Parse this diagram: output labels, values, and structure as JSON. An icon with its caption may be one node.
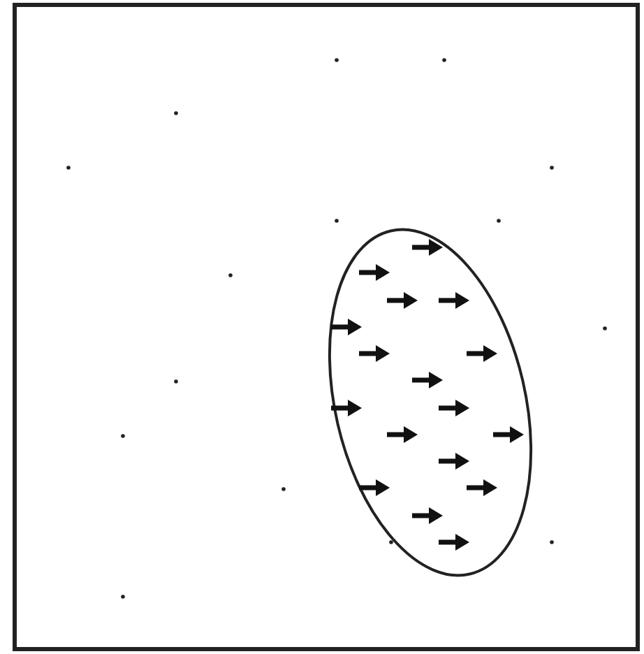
{
  "diagram": {
    "nodes": [
      {
        "text": [],
        "shape": "box"
      },
      {
        "text": [],
        "shape": "ellipse",
        "in": 0
      }
    ]
  }
}
